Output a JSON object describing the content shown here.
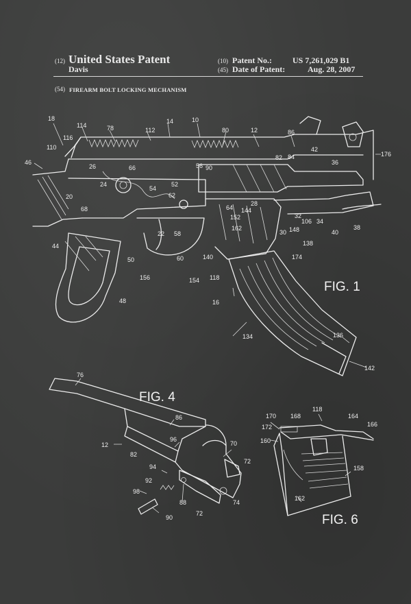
{
  "header": {
    "left_code": "(12)",
    "left_title": "United States Patent",
    "inventor": "Davis",
    "patno_code": "(10)",
    "patno_label": "Patent No.:",
    "patno_value": "US 7,261,029 B1",
    "date_code": "(45)",
    "date_label": "Date of Patent:",
    "date_value": "Aug. 28, 2007",
    "title_code": "(54)",
    "title": "FIREARM BOLT LOCKING MECHANISM"
  },
  "figures": {
    "fig1": "FIG. 1",
    "fig4": "FIG. 4",
    "fig6": "FIG. 6"
  },
  "labels": {
    "fig1": [
      "18",
      "114",
      "78",
      "112",
      "14",
      "10",
      "80",
      "12",
      "86",
      "116",
      "110",
      "46",
      "26",
      "66",
      "56",
      "90",
      "82",
      "84",
      "42",
      "36",
      "176",
      "24",
      "54",
      "52",
      "64",
      "144",
      "28",
      "20",
      "68",
      "62",
      "22",
      "58",
      "152",
      "162",
      "32",
      "106",
      "34",
      "40",
      "38",
      "44",
      "50",
      "60",
      "148",
      "30",
      "138",
      "174",
      "140",
      "118",
      "156",
      "154",
      "48",
      "16",
      "134",
      "136",
      "142"
    ],
    "fig4": [
      "76",
      "86",
      "96",
      "70",
      "12",
      "82",
      "94",
      "72",
      "92",
      "98",
      "88",
      "72",
      "74",
      "90"
    ],
    "fig6": [
      "118",
      "168",
      "170",
      "164",
      "166",
      "172",
      "160",
      "158",
      "162"
    ]
  }
}
